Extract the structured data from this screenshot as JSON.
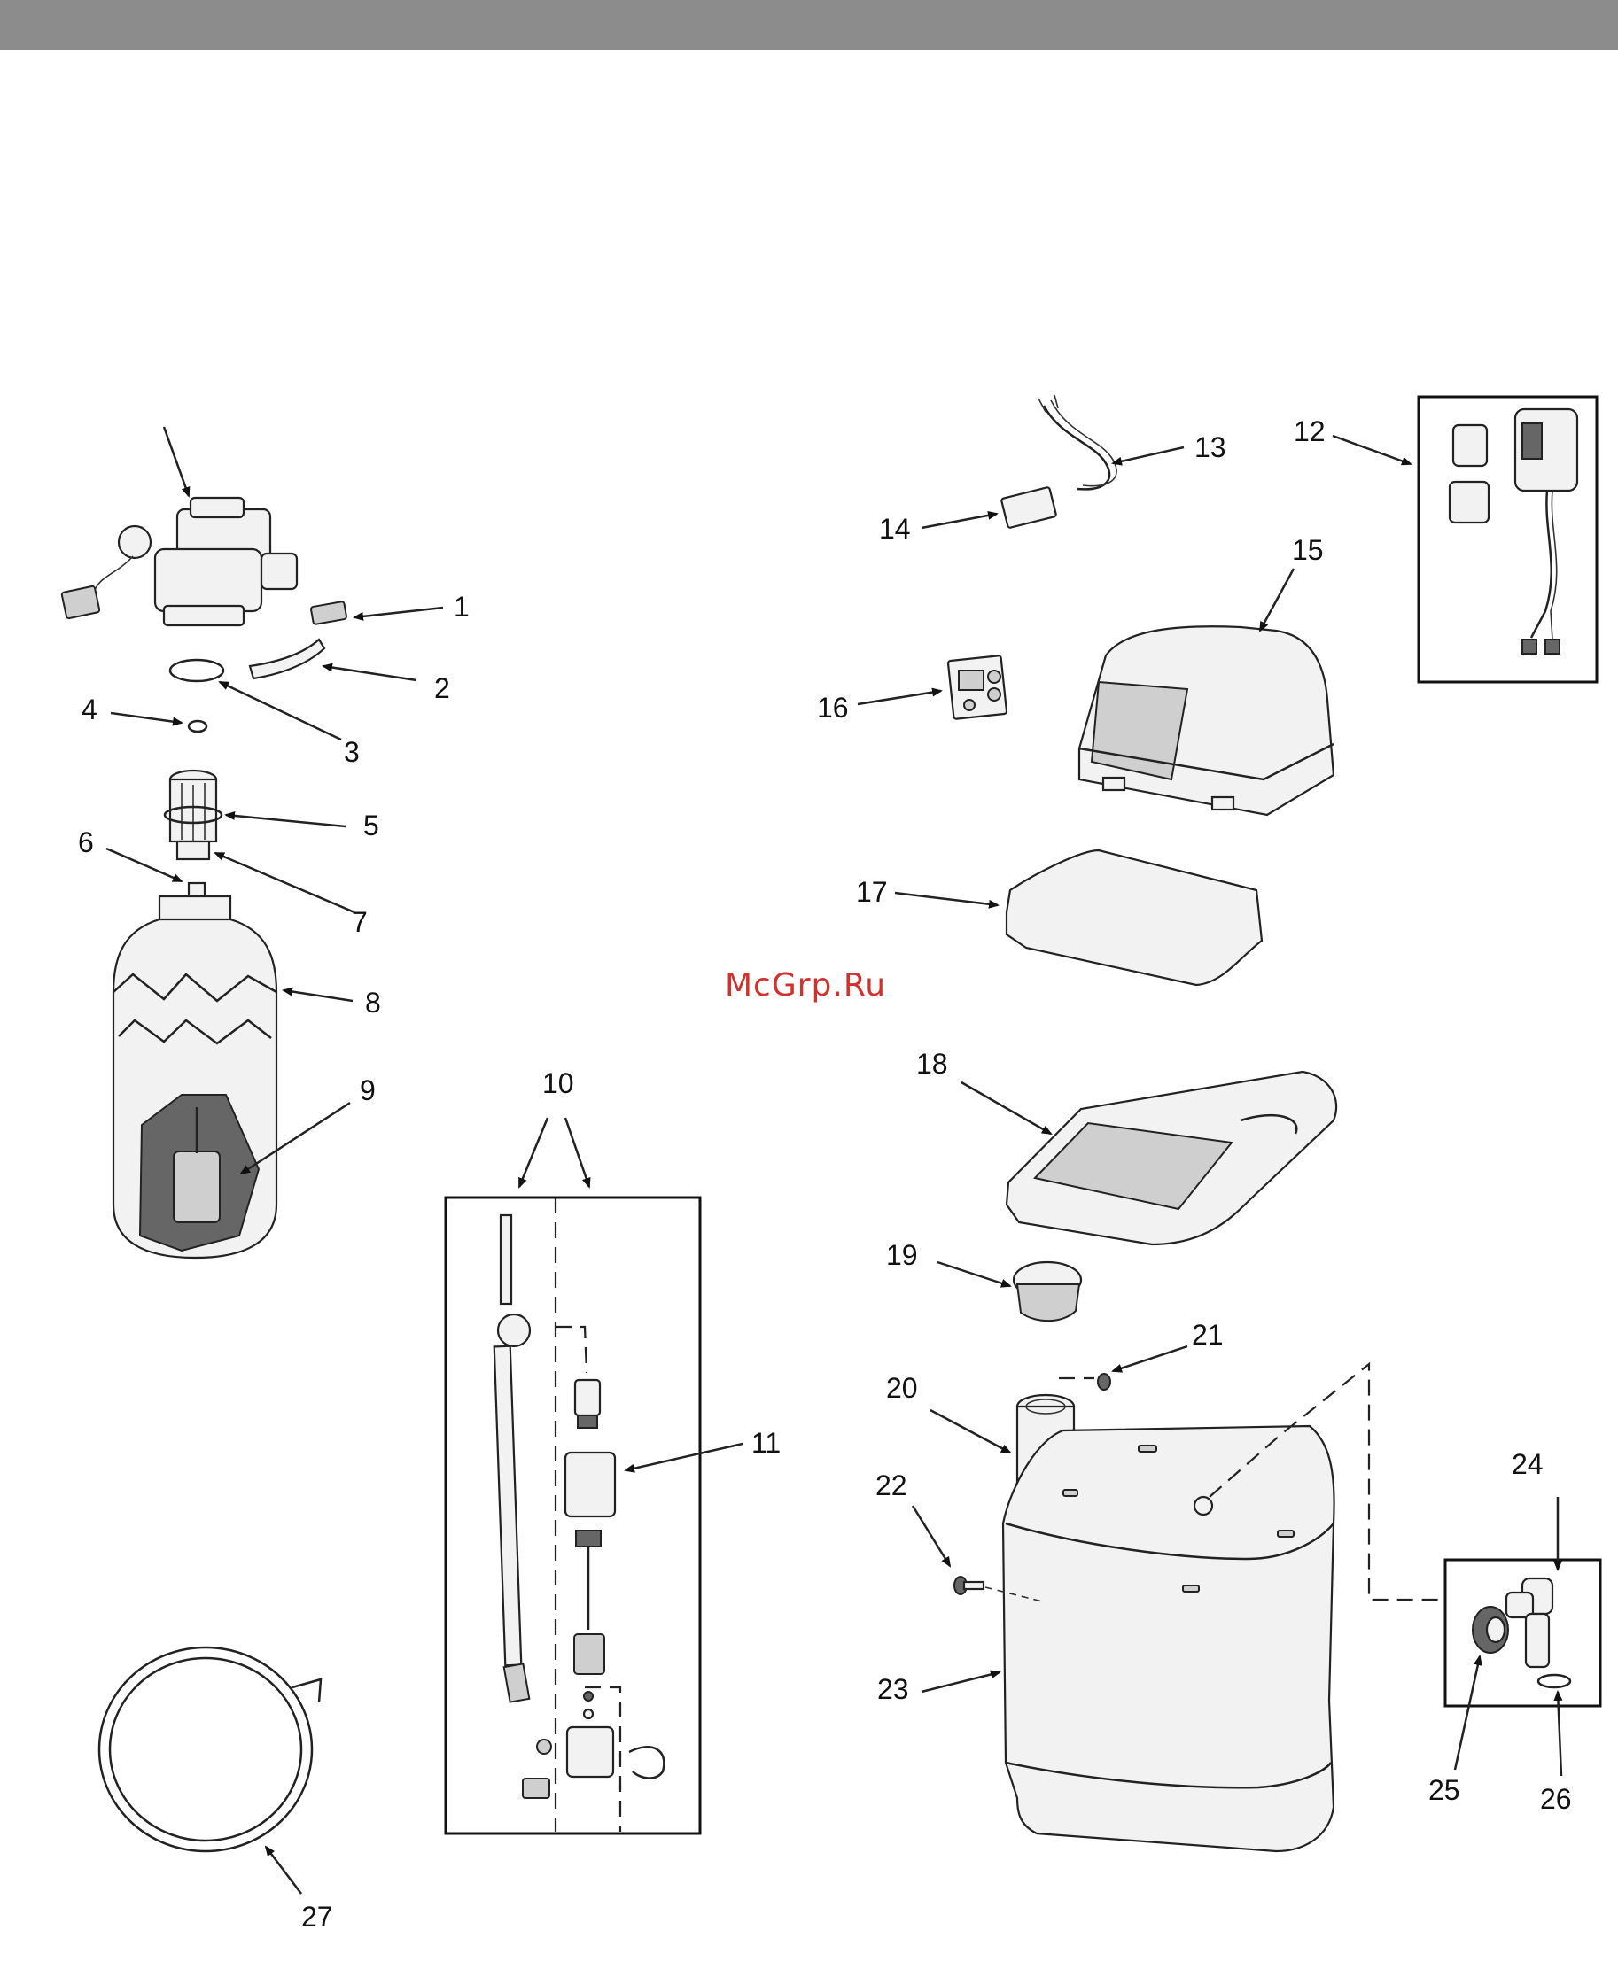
{
  "watermark": "McGrp.Ru",
  "callouts": [
    {
      "id": "1",
      "label": "1"
    },
    {
      "id": "2",
      "label": "2"
    },
    {
      "id": "3",
      "label": "3"
    },
    {
      "id": "4",
      "label": "4"
    },
    {
      "id": "5",
      "label": "5"
    },
    {
      "id": "6",
      "label": "6"
    },
    {
      "id": "7",
      "label": "7"
    },
    {
      "id": "8",
      "label": "8"
    },
    {
      "id": "9",
      "label": "9"
    },
    {
      "id": "10",
      "label": "10"
    },
    {
      "id": "11",
      "label": "11"
    },
    {
      "id": "12",
      "label": "12"
    },
    {
      "id": "13",
      "label": "13"
    },
    {
      "id": "14",
      "label": "14"
    },
    {
      "id": "15",
      "label": "15"
    },
    {
      "id": "16",
      "label": "16"
    },
    {
      "id": "17",
      "label": "17"
    },
    {
      "id": "18",
      "label": "18"
    },
    {
      "id": "19",
      "label": "19"
    },
    {
      "id": "20",
      "label": "20"
    },
    {
      "id": "21",
      "label": "21"
    },
    {
      "id": "22",
      "label": "22"
    },
    {
      "id": "23",
      "label": "23"
    },
    {
      "id": "24",
      "label": "24"
    },
    {
      "id": "25",
      "label": "25"
    },
    {
      "id": "26",
      "label": "26"
    },
    {
      "id": "27",
      "label": "27"
    }
  ],
  "colors": {
    "header_bar": "#8c8c8c",
    "watermark": "#d0312d",
    "line": "#222222"
  }
}
